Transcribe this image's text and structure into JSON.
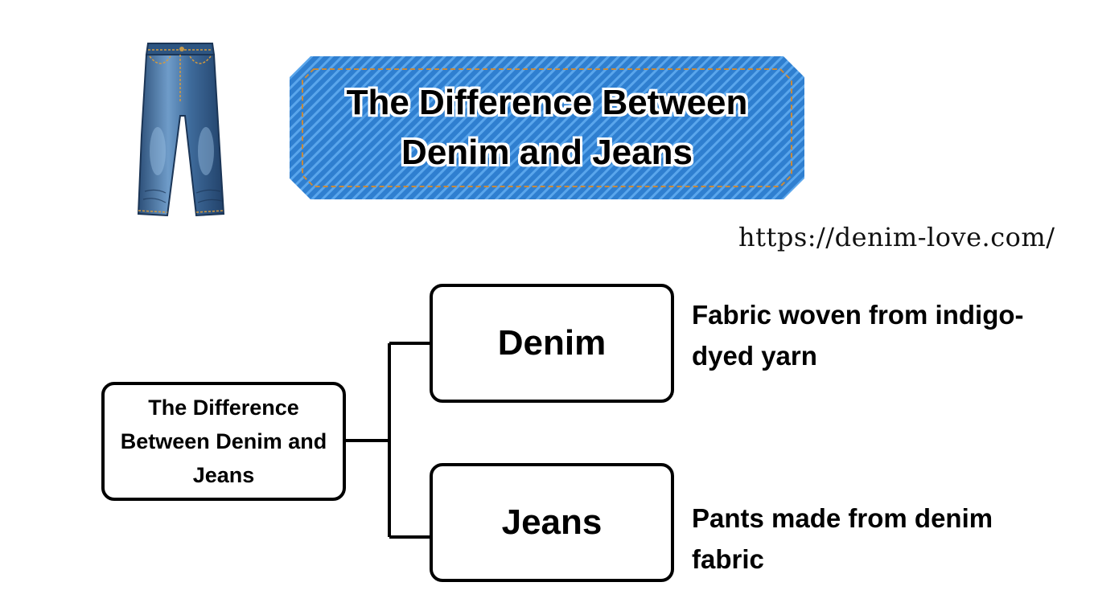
{
  "banner": {
    "title_line1": "The Difference Between",
    "title_line2": "Denim and Jeans",
    "colors": {
      "denim_blue": "#2f7fd0",
      "denim_stripe": "#5aa6ec",
      "stitch": "#c98a3a"
    }
  },
  "site_url": "https://denim-love.com/",
  "diagram": {
    "root_label": "The Difference Between Denim and Jeans",
    "branches": [
      {
        "label": "Denim",
        "description": "Fabric woven from indigo-dyed yarn"
      },
      {
        "label": "Jeans",
        "description": "Pants made from denim fabric"
      }
    ]
  },
  "icons": {
    "illustration": "jeans-illustration-icon"
  }
}
